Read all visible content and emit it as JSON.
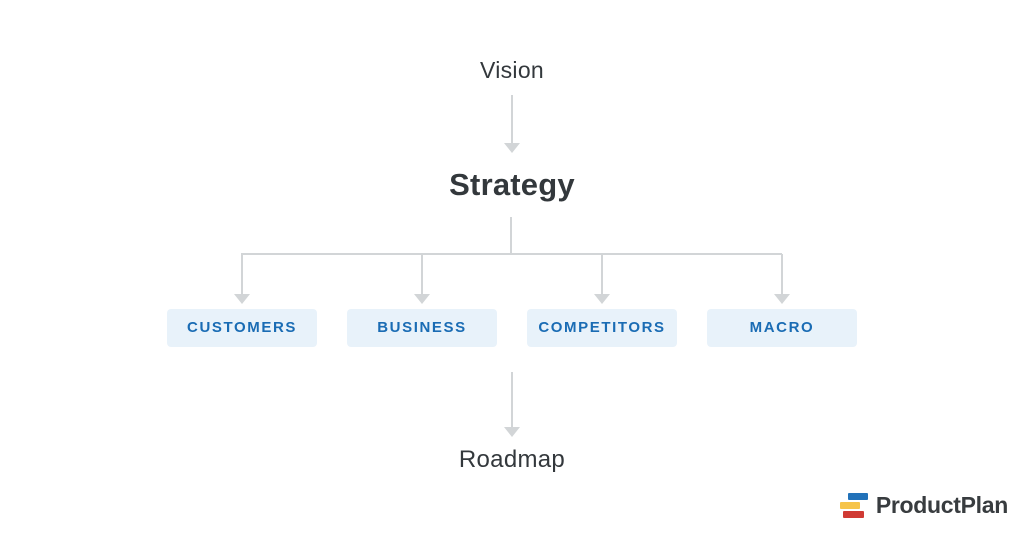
{
  "diagram": {
    "vision_label": "Vision",
    "strategy_label": "Strategy",
    "roadmap_label": "Roadmap",
    "pillars": [
      {
        "label": "CUSTOMERS"
      },
      {
        "label": "BUSINESS"
      },
      {
        "label": "COMPETITORS"
      },
      {
        "label": "MACRO"
      }
    ],
    "flow": [
      "Vision",
      "Strategy",
      "CUSTOMERS | BUSINESS | COMPETITORS | MACRO",
      "Roadmap"
    ]
  },
  "logo": {
    "text": "ProductPlan",
    "mark_icon": "gantt-bars-icon",
    "bar_colors": {
      "blue": "#2272b9",
      "yellow": "#f6c44a",
      "red": "#d03a34"
    },
    "text_color": "#383c3f"
  },
  "colors": {
    "background": "#ffffff",
    "connector": "#d2d5d7",
    "heading_text": "#33383c",
    "pillar_background": "#e8f2fa",
    "pillar_text": "#1a6cb4"
  }
}
